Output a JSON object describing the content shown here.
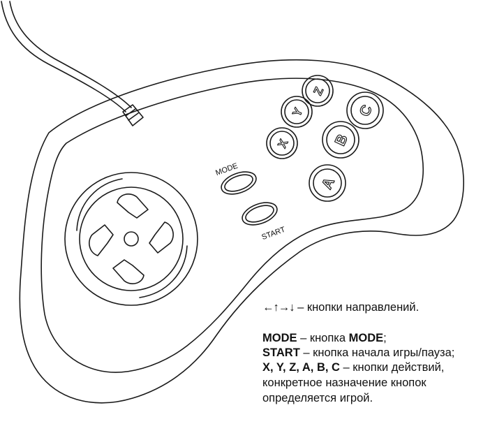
{
  "gamepad": {
    "buttons": {
      "x": "X",
      "y": "Y",
      "z": "Z",
      "a": "A",
      "b": "B",
      "c": "C"
    },
    "mode_label": "MODE",
    "start_label": "START"
  },
  "legend": {
    "directions": {
      "arrows": "←↑→↓",
      "text": " – кнопки направлений."
    },
    "mode": {
      "key": "MODE",
      "text1": " – кнопка ",
      "key2": "MODE",
      "text2": ";"
    },
    "start": {
      "key": "START",
      "text": " – кнопка начала игры/пауза;"
    },
    "actions": {
      "keys": "X, Y, Z, A, B, C",
      "text": " – кнопки действий,",
      "line2": "конкретное назначение кнопок",
      "line3": "определяется игрой."
    }
  }
}
